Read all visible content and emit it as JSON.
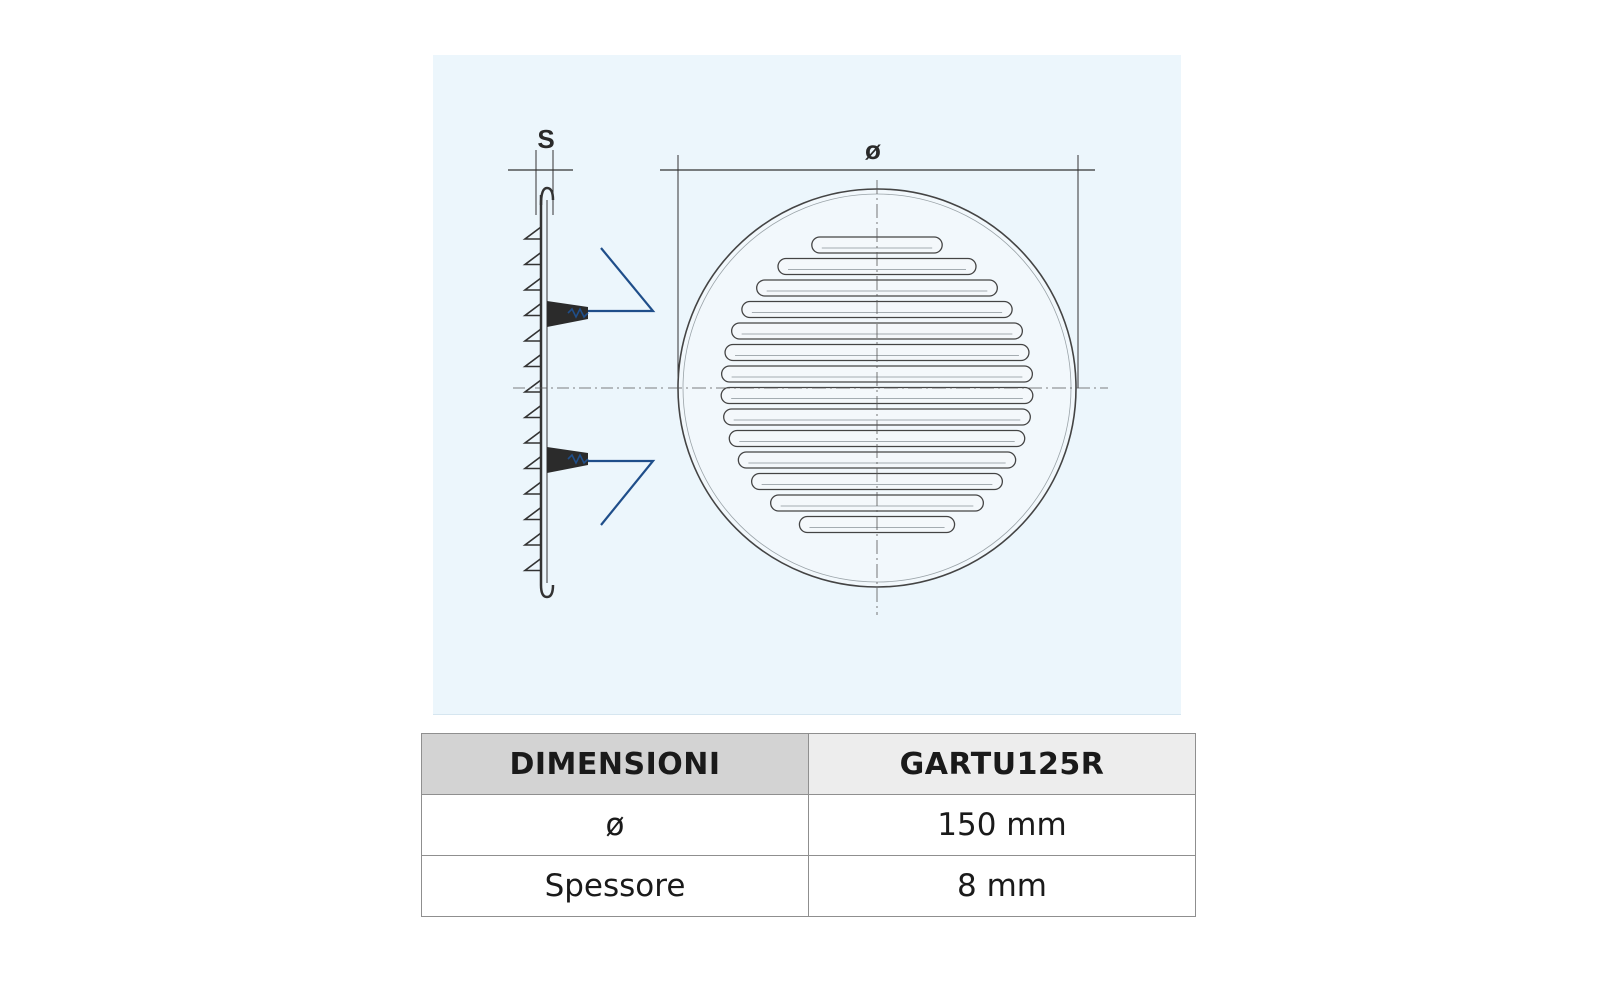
{
  "diagram": {
    "label_thickness": "S",
    "label_diameter": "ø",
    "colors": {
      "panel_background": "#ecf6fc",
      "line": "#333333",
      "spring": "#1f4e8a"
    }
  },
  "table": {
    "header": {
      "col_a": "DIMENSIONI",
      "col_b": "GARTU125R"
    },
    "rows": [
      {
        "label": "ø",
        "value": "150 mm"
      },
      {
        "label": "Spessore",
        "value": "8 mm"
      }
    ]
  }
}
